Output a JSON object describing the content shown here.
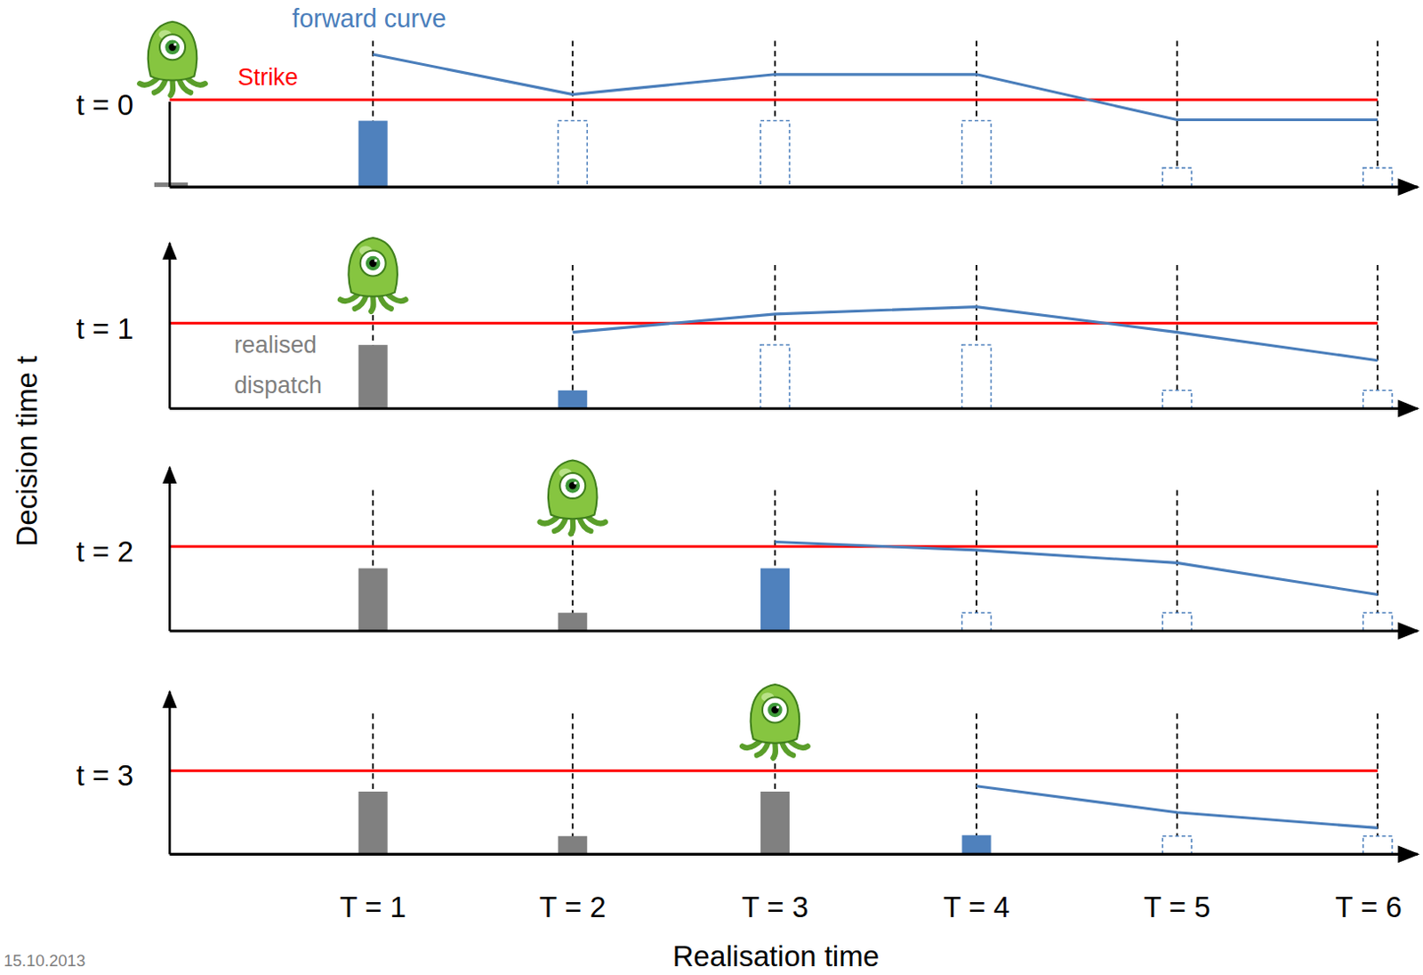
{
  "diagram": {
    "labels": [
      "forward curve",
      "Strike",
      "t = 0",
      "realised dispatch",
      "t = 1",
      "t = 2",
      "t = 3",
      "Decision time t",
      "T = 1",
      "T = 2",
      "T = 3",
      "T = 4",
      "T = 5",
      "T = 6",
      "15.10.2013",
      "Realisation time"
    ]
  }
}
